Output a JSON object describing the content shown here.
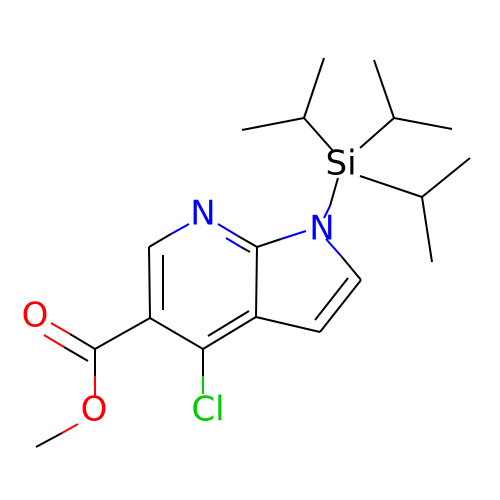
{
  "molecule": {
    "atoms": {
      "si": {
        "label": "Si",
        "color": "#000000"
      },
      "n1": {
        "label": "N",
        "color": "#0000ff"
      },
      "n7": {
        "label": "N",
        "color": "#0000ff"
      },
      "o_carbonyl": {
        "label": "O",
        "color": "#ff0000"
      },
      "o_ester": {
        "label": "O",
        "color": "#ff0000"
      },
      "cl": {
        "label": "Cl",
        "color": "#00cc00"
      }
    }
  }
}
